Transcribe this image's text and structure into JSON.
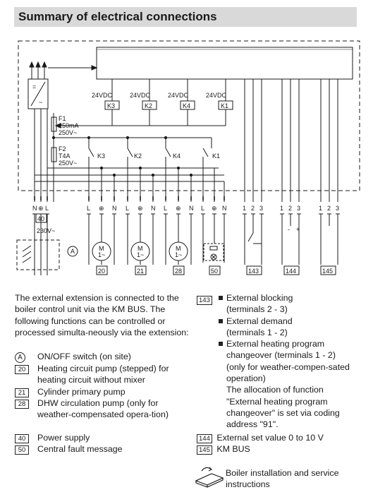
{
  "title": "Summary of electrical connections",
  "diagram": {
    "relays": [
      {
        "voltage": "24VDC",
        "label": "K3"
      },
      {
        "voltage": "24VDC",
        "label": "K2"
      },
      {
        "voltage": "24VDC",
        "label": "K4"
      },
      {
        "voltage": "24VDC",
        "label": "K1"
      }
    ],
    "fuses": [
      {
        "lines": [
          "F1",
          "250mA",
          "250V~"
        ]
      },
      {
        "lines": [
          "F2",
          "T4A",
          "250V~"
        ]
      }
    ],
    "contacts": [
      "K3",
      "K2",
      "K4",
      "K1"
    ],
    "power_terminals": [
      "N",
      "⊕",
      "L"
    ],
    "pump_terminals": [
      "L",
      "⊕",
      "N"
    ],
    "fault_terminals": [
      "L",
      "⊕",
      "N"
    ],
    "low_terminals": [
      "1",
      "2",
      "3"
    ],
    "supply_voltage": "230V~",
    "motor_label": "M",
    "motor_sub": "1~",
    "switch_label": "A",
    "codes": [
      "40",
      "20",
      "21",
      "28",
      "50",
      "143",
      "144",
      "145"
    ],
    "sign_minus": "-",
    "sign_plus": "+"
  },
  "intro": "The external extension is connected to the boiler control unit via the KM BUS. The following functions can be controlled or processed simulta-neously via the extension:",
  "legend_left": [
    {
      "code": "A",
      "text": "ON/OFF switch (on site)"
    },
    {
      "code": "20",
      "text": "Heating circuit pump (stepped) for heating circuit without mixer"
    },
    {
      "code": "21",
      "text": "Cylinder primary pump"
    },
    {
      "code": "28",
      "text": "DHW circulation pump (only for weather-compensated opera-tion)"
    },
    {
      "code": "40",
      "text": "Power supply"
    },
    {
      "code": "50",
      "text": "Central fault message"
    }
  ],
  "legend_right": {
    "code_143": "143",
    "bullets": [
      "External blocking (terminals 2 - 3)",
      "External demand (terminals 1 - 2)",
      "External heating program changeover (terminals 1 - 2) (only for weather-compen-sated operation)"
    ],
    "note": "The allocation of function \"External heating program changeover\" is set via coding address \"91\".",
    "items": [
      {
        "code": "144",
        "text": "External set value 0 to 10 V"
      },
      {
        "code": "145",
        "text": "KM BUS"
      }
    ]
  },
  "reference": "Boiler installation and service instructions"
}
